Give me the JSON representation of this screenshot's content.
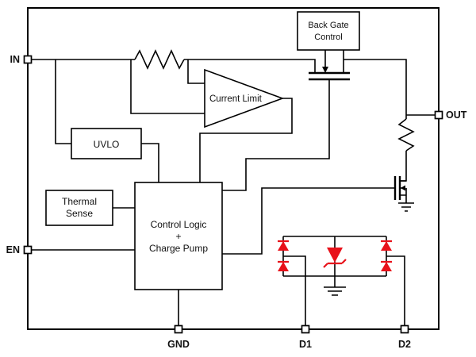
{
  "diagram": {
    "pins": {
      "in": "IN",
      "en": "EN",
      "out": "OUT",
      "gnd": "GND",
      "d1": "D1",
      "d2": "D2"
    },
    "blocks": {
      "back_gate_line1": "Back Gate",
      "back_gate_line2": "Control",
      "current_limit": "Current Limit",
      "uvlo": "UVLO",
      "thermal_line1": "Thermal",
      "thermal_line2": "Sense",
      "control_logic_line1": "Control Logic",
      "control_logic_line2": "+",
      "control_logic_line3": "Charge Pump"
    },
    "colors": {
      "diode_red": "#e8111a",
      "wire": "#000000",
      "background": "#ffffff"
    }
  }
}
